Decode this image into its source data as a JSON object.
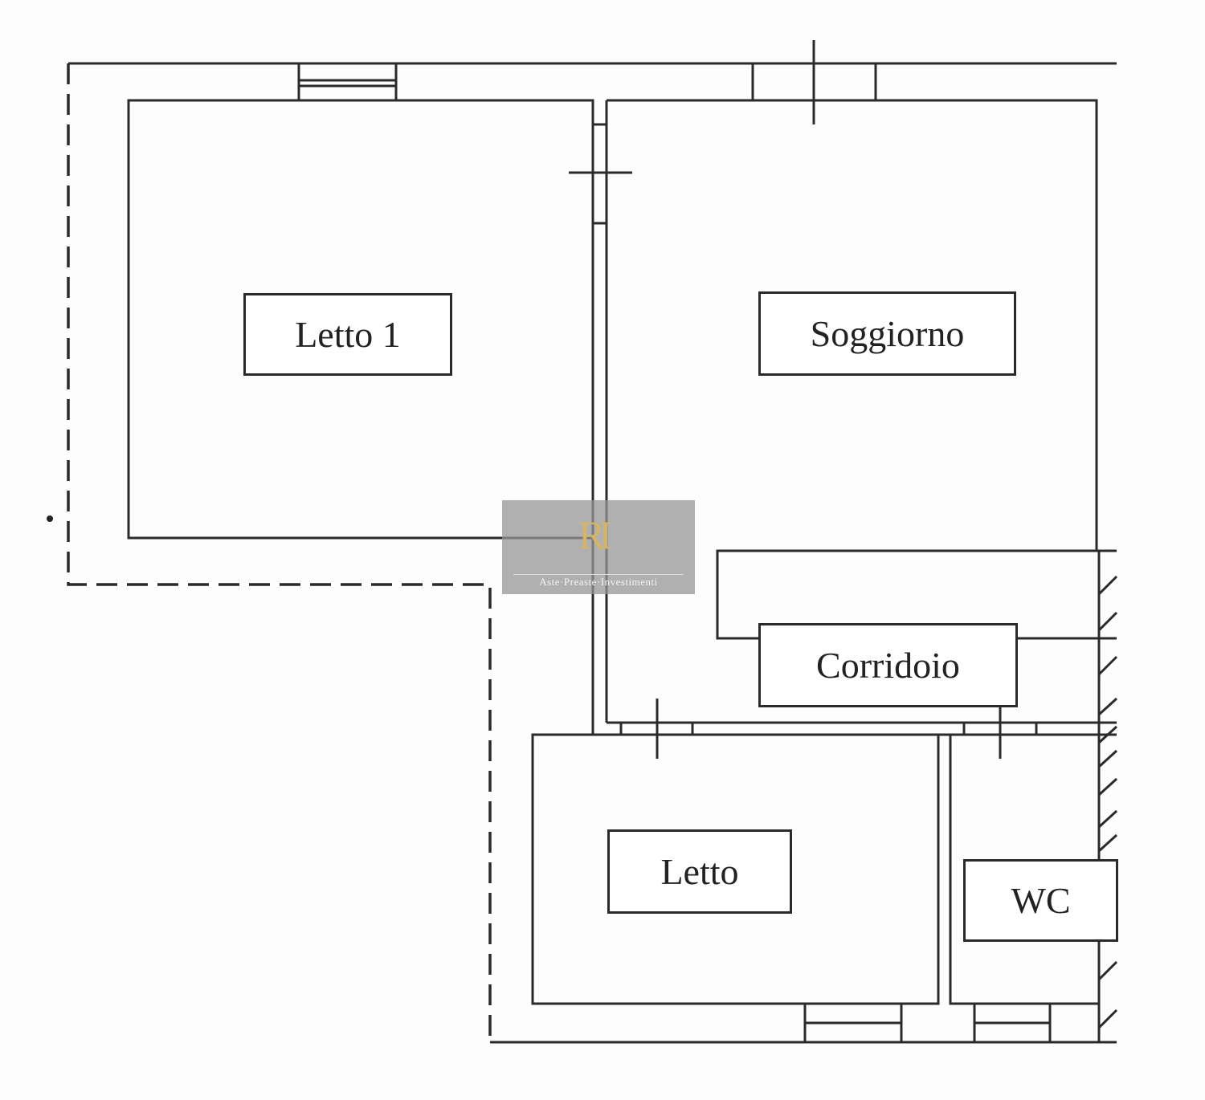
{
  "rooms": {
    "letto1": "Letto 1",
    "soggiorno": "Soggiorno",
    "corridoio": "Corridoio",
    "letto": "Letto",
    "wc": "WC"
  },
  "watermark": {
    "monogram": "RI",
    "text": "Aste·Preaste·Investimenti"
  }
}
